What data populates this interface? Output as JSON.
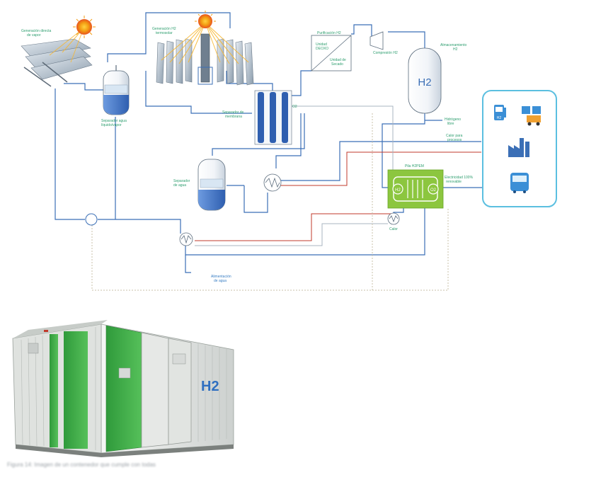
{
  "labels": {
    "direct_steam": "Generación directa\nde vapor",
    "thermal_h2": "Generación H2\ntermosolar",
    "h2_purification": "Purificación H2",
    "deoxo_unit": "Unidad\nDEOXO",
    "drying_unit": "Unidad de\nSecado",
    "h2_compression": "Compresión H2",
    "h2_storage": "Almacenamiento\nH2",
    "h2_tank": "H2",
    "liquid_vapor_separator": "Separador agua\nlíquido/vapor",
    "membrane_separator": "Separador de\nmembrana",
    "o2": "O2",
    "water_separator": "Separador\nde agua",
    "green_hydrogen": "Hidrógeno\nlibre",
    "process_heat": "Calor para\nprocesos",
    "fuel_cell": "Pila H2PEM",
    "cell_h2": "H2",
    "cell_o2": "O2",
    "renewable_electricity": "Electricidad 100%\nrenovable",
    "heat": "Calor",
    "water_supply": "Alimentación\nde agua",
    "container_logo": "H2"
  },
  "caption": "Figura 14: Imagen de un contenedor que cumple con todas",
  "colors": {
    "pipe_blue": "#3b6fb6",
    "pipe_red": "#c0392b",
    "pipe_grey": "#a8b4c0",
    "pipe_dashed": "#c9c2a8",
    "fuel_cell_green": "#8cc63f",
    "user_box_border": "#5bbfe0",
    "label_green": "#2e9e6f",
    "container_green": "#3fae49",
    "container_white": "#e9ebe9"
  },
  "icons": [
    "sun-icon",
    "sun-icon",
    "h2-fuel-pump-icon",
    "truck-icon",
    "factory-icon",
    "bus-icon"
  ]
}
